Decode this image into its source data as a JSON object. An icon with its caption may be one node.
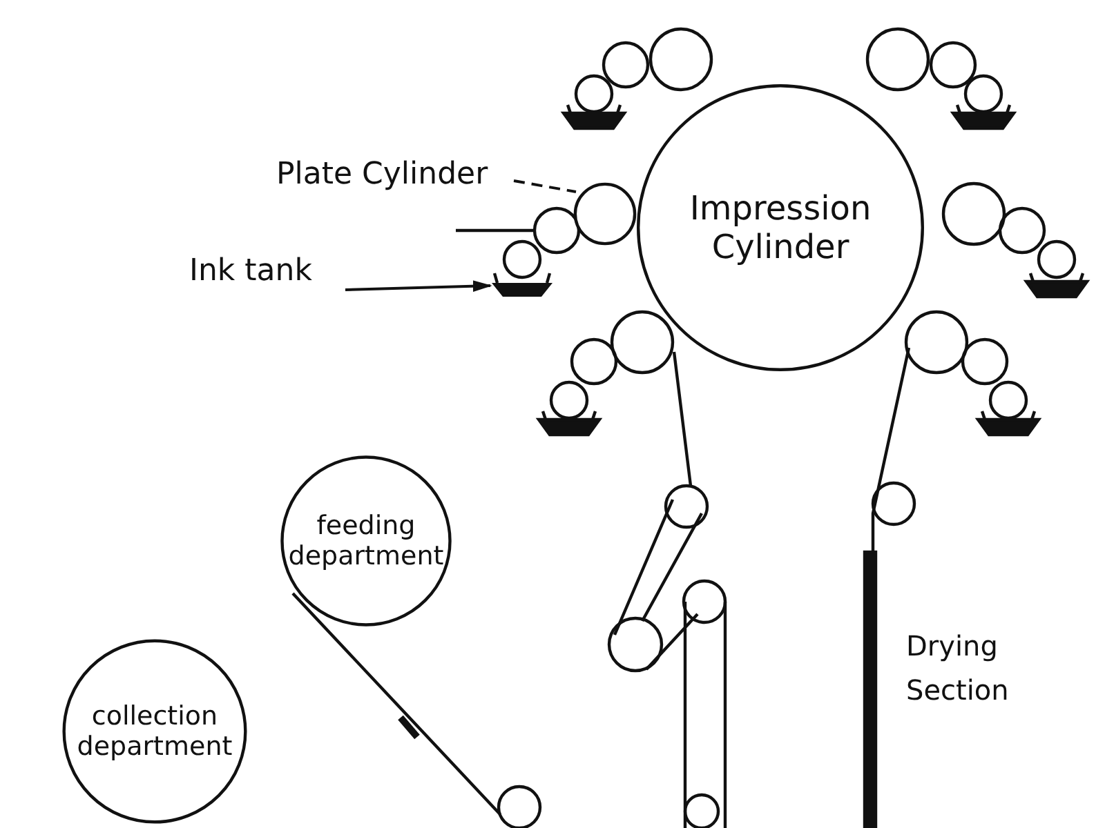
{
  "diagram": {
    "nodes": [
      {
        "text": [
          "Impression Cylinder"
        ]
      },
      {
        "text": [
          "Plate Cylinder"
        ]
      },
      {
        "text": [],
        "shape": "circle"
      },
      {
        "text": [
          "Ink tank"
        ]
      },
      {
        "text": [],
        "shape": "picture"
      },
      {
        "text": [
          "feeding department"
        ]
      },
      {
        "text": [
          "collection department"
        ]
      }
    ],
    "edges": [
      {
        "from": 1,
        "to": 2,
        "arrow": "none",
        "style": "dashed"
      },
      {
        "from": 3,
        "to": 4,
        "arrow": "to"
      }
    ],
    "labels": [
      "Drying Section"
    ]
  }
}
